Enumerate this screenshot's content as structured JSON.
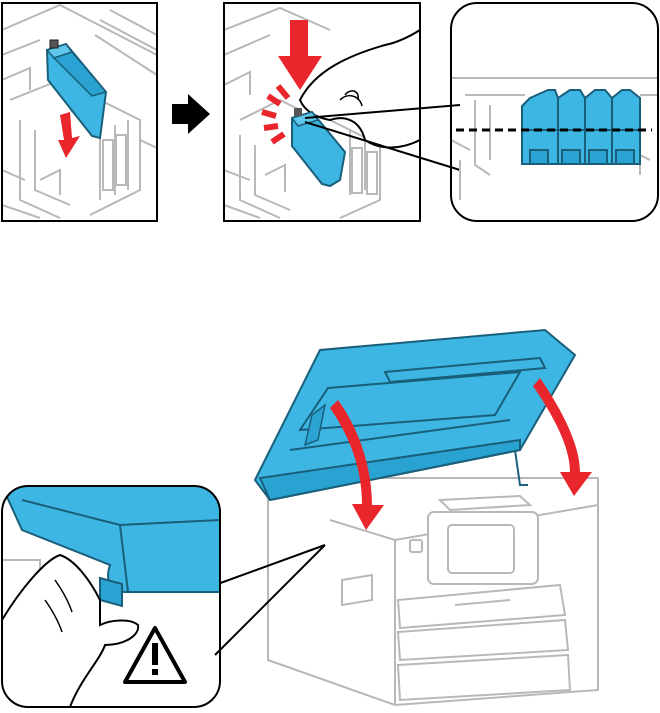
{
  "colors": {
    "cartridge": "#3db6e4",
    "cartridge_stroke": "#1a5f7a",
    "arrow_red": "#e8262c",
    "line_art": "#b8b8b8",
    "frame": "#000000",
    "background": "#ffffff"
  },
  "icons": {
    "step_arrow": "arrow-right-icon",
    "caution": "warning-triangle-icon"
  },
  "panels": [
    {
      "name": "insert-cartridge-panel"
    },
    {
      "name": "press-cartridge-panel"
    },
    {
      "name": "cartridge-alignment-detail"
    },
    {
      "name": "close-scanner-unit-illustration"
    },
    {
      "name": "pinch-hazard-detail"
    }
  ]
}
